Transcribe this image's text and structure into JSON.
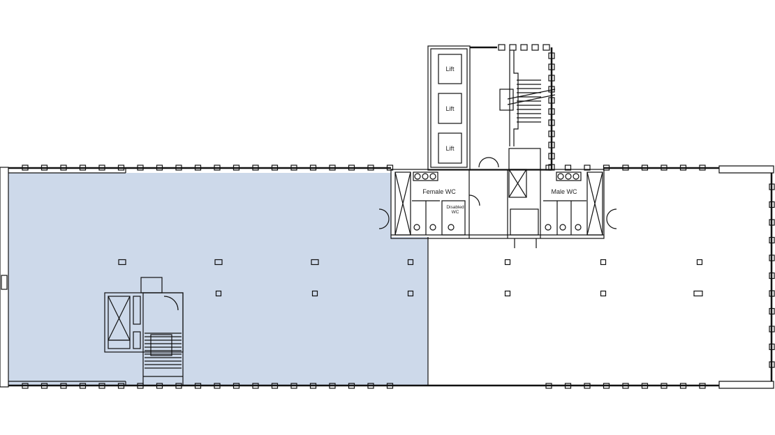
{
  "plan": {
    "highlight_color": "#cdd9ea",
    "line_color": "#111111",
    "lifts": [
      "Lift",
      "Lift",
      "Lift"
    ],
    "rooms": {
      "female_wc": "Female WC",
      "male_wc": "Male WC",
      "disabled_wc_line1": "Disabled",
      "disabled_wc_line2": "WC"
    }
  }
}
